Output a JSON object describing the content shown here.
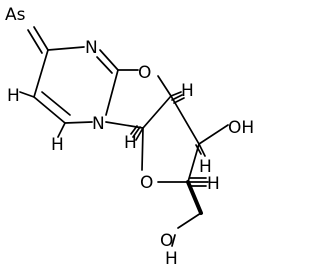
{
  "molecule": {
    "atoms": {
      "as": "As",
      "n1": "N",
      "n2": "N",
      "o_ring1": "O",
      "o_ring2": "O",
      "oh1": "OH",
      "h_oh2": "H",
      "o_oh2": "O",
      "h_c5": "H",
      "h_c6": "H",
      "h_c2a": "H",
      "h_c4a": "H",
      "h_c3": "H",
      "h_c5b": "H"
    }
  }
}
